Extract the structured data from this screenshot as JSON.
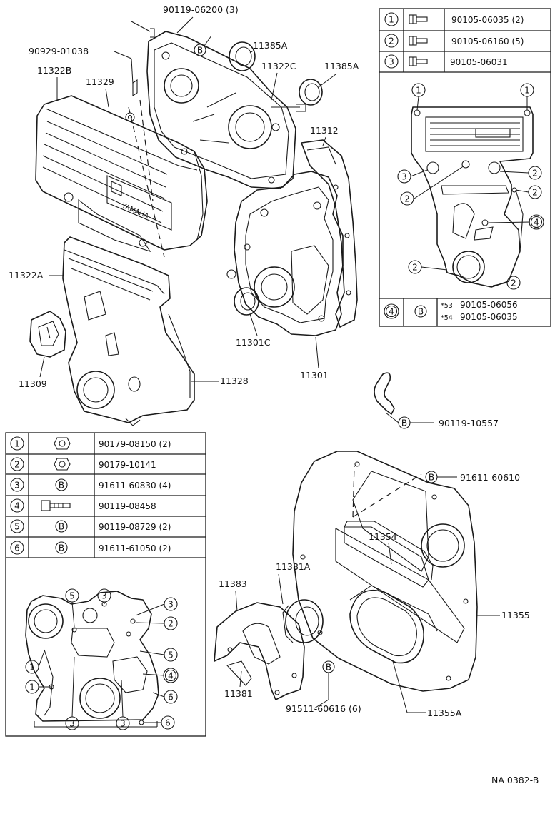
{
  "labels": {
    "p90119_06200": "90119-06200 (3)",
    "p90929_01038": "90929-01038",
    "p11322B": "11322B",
    "p11329": "11329",
    "p11385A_1": "11385A",
    "p11322C": "11322C",
    "p11385A_2": "11385A",
    "p11312": "11312",
    "p11322A": "11322A",
    "p11309": "11309",
    "p11328": "11328",
    "p11301C": "11301C",
    "p11301": "11301",
    "p90119_10557": "90119-10557",
    "p91611_60610": "91611-60610",
    "p11354": "11354",
    "p11381A": "11381A",
    "p11383": "11383",
    "p11355": "11355",
    "p11381": "11381",
    "p91511_60616": "91511-60616 (6)",
    "p11355A": "11355A",
    "brand": "YAMAHA",
    "ref_code": "NA 0382-B"
  },
  "callout_letter": "B",
  "table_right": {
    "rows": [
      {
        "num": "1",
        "part": "90105-06035 (2)"
      },
      {
        "num": "2",
        "part": "90105-06160 (5)"
      },
      {
        "num": "3",
        "part": "90105-06031"
      }
    ],
    "bottom": {
      "num": "4",
      "line1": "90105-06056",
      "line2": "90105-06035",
      "tag1": "*53",
      "tag2": "*54"
    }
  },
  "table_left": {
    "rows": [
      {
        "num": "1",
        "part": "90179-08150 (2)"
      },
      {
        "num": "2",
        "part": "90179-10141"
      },
      {
        "num": "3",
        "part": "91611-60830 (4)"
      },
      {
        "num": "4",
        "part": "90119-08458"
      },
      {
        "num": "5",
        "part": "90119-08729 (2)"
      },
      {
        "num": "6",
        "part": "91611-61050 (2)"
      }
    ]
  },
  "detail_right_callouts": [
    "1",
    "1",
    "2",
    "3",
    "2",
    "2",
    "4",
    "2",
    "2"
  ],
  "detail_left_callouts": [
    "5",
    "3",
    "3",
    "2",
    "5",
    "4",
    "6",
    "6",
    "1",
    "1",
    "3",
    "3"
  ]
}
